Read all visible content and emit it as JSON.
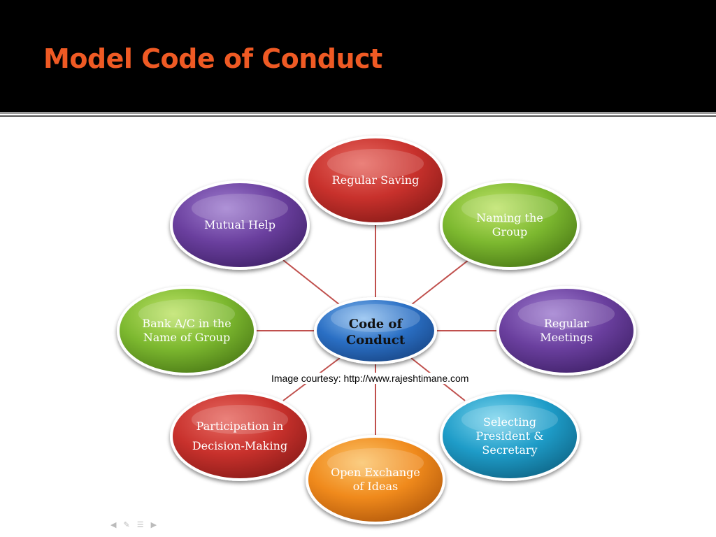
{
  "slide": {
    "title": "Model Code of Conduct"
  },
  "hub": {
    "line1": "Code of",
    "line2": "Conduct"
  },
  "nodes": [
    {
      "id": "regular-saving",
      "lines": [
        "Regular Saving"
      ],
      "color": "red"
    },
    {
      "id": "naming-group",
      "lines": [
        "Naming the",
        "Group"
      ],
      "color": "green"
    },
    {
      "id": "regular-meetings",
      "lines": [
        "Regular",
        "Meetings"
      ],
      "color": "purple"
    },
    {
      "id": "selecting-president",
      "lines": [
        "Selecting",
        "President &",
        "Secretary"
      ],
      "color": "blue"
    },
    {
      "id": "open-exchange",
      "lines": [
        "Open Exchange",
        "of Ideas"
      ],
      "color": "orange"
    },
    {
      "id": "participation",
      "lines": [
        "Participation in",
        "Decision-Making"
      ],
      "color": "red"
    },
    {
      "id": "bank-ac",
      "lines": [
        "Bank A/C in the",
        "Name of Group"
      ],
      "color": "green"
    },
    {
      "id": "mutual-help",
      "lines": [
        "Mutual Help"
      ],
      "color": "purple"
    }
  ],
  "courtesy": "Image courtesy: http://www.rajeshtimane.com",
  "colors": {
    "title": "#ef5a24",
    "red": "#c8312c",
    "green": "#7cb82f",
    "purple": "#6a3f9e",
    "blue": "#1e9cc8",
    "orange": "#f08a1c",
    "hub": "#2a6fc4",
    "connector": "#c0504d"
  },
  "nav": [
    "prev-arrow-icon",
    "pen-icon",
    "menu-icon",
    "next-arrow-icon"
  ]
}
